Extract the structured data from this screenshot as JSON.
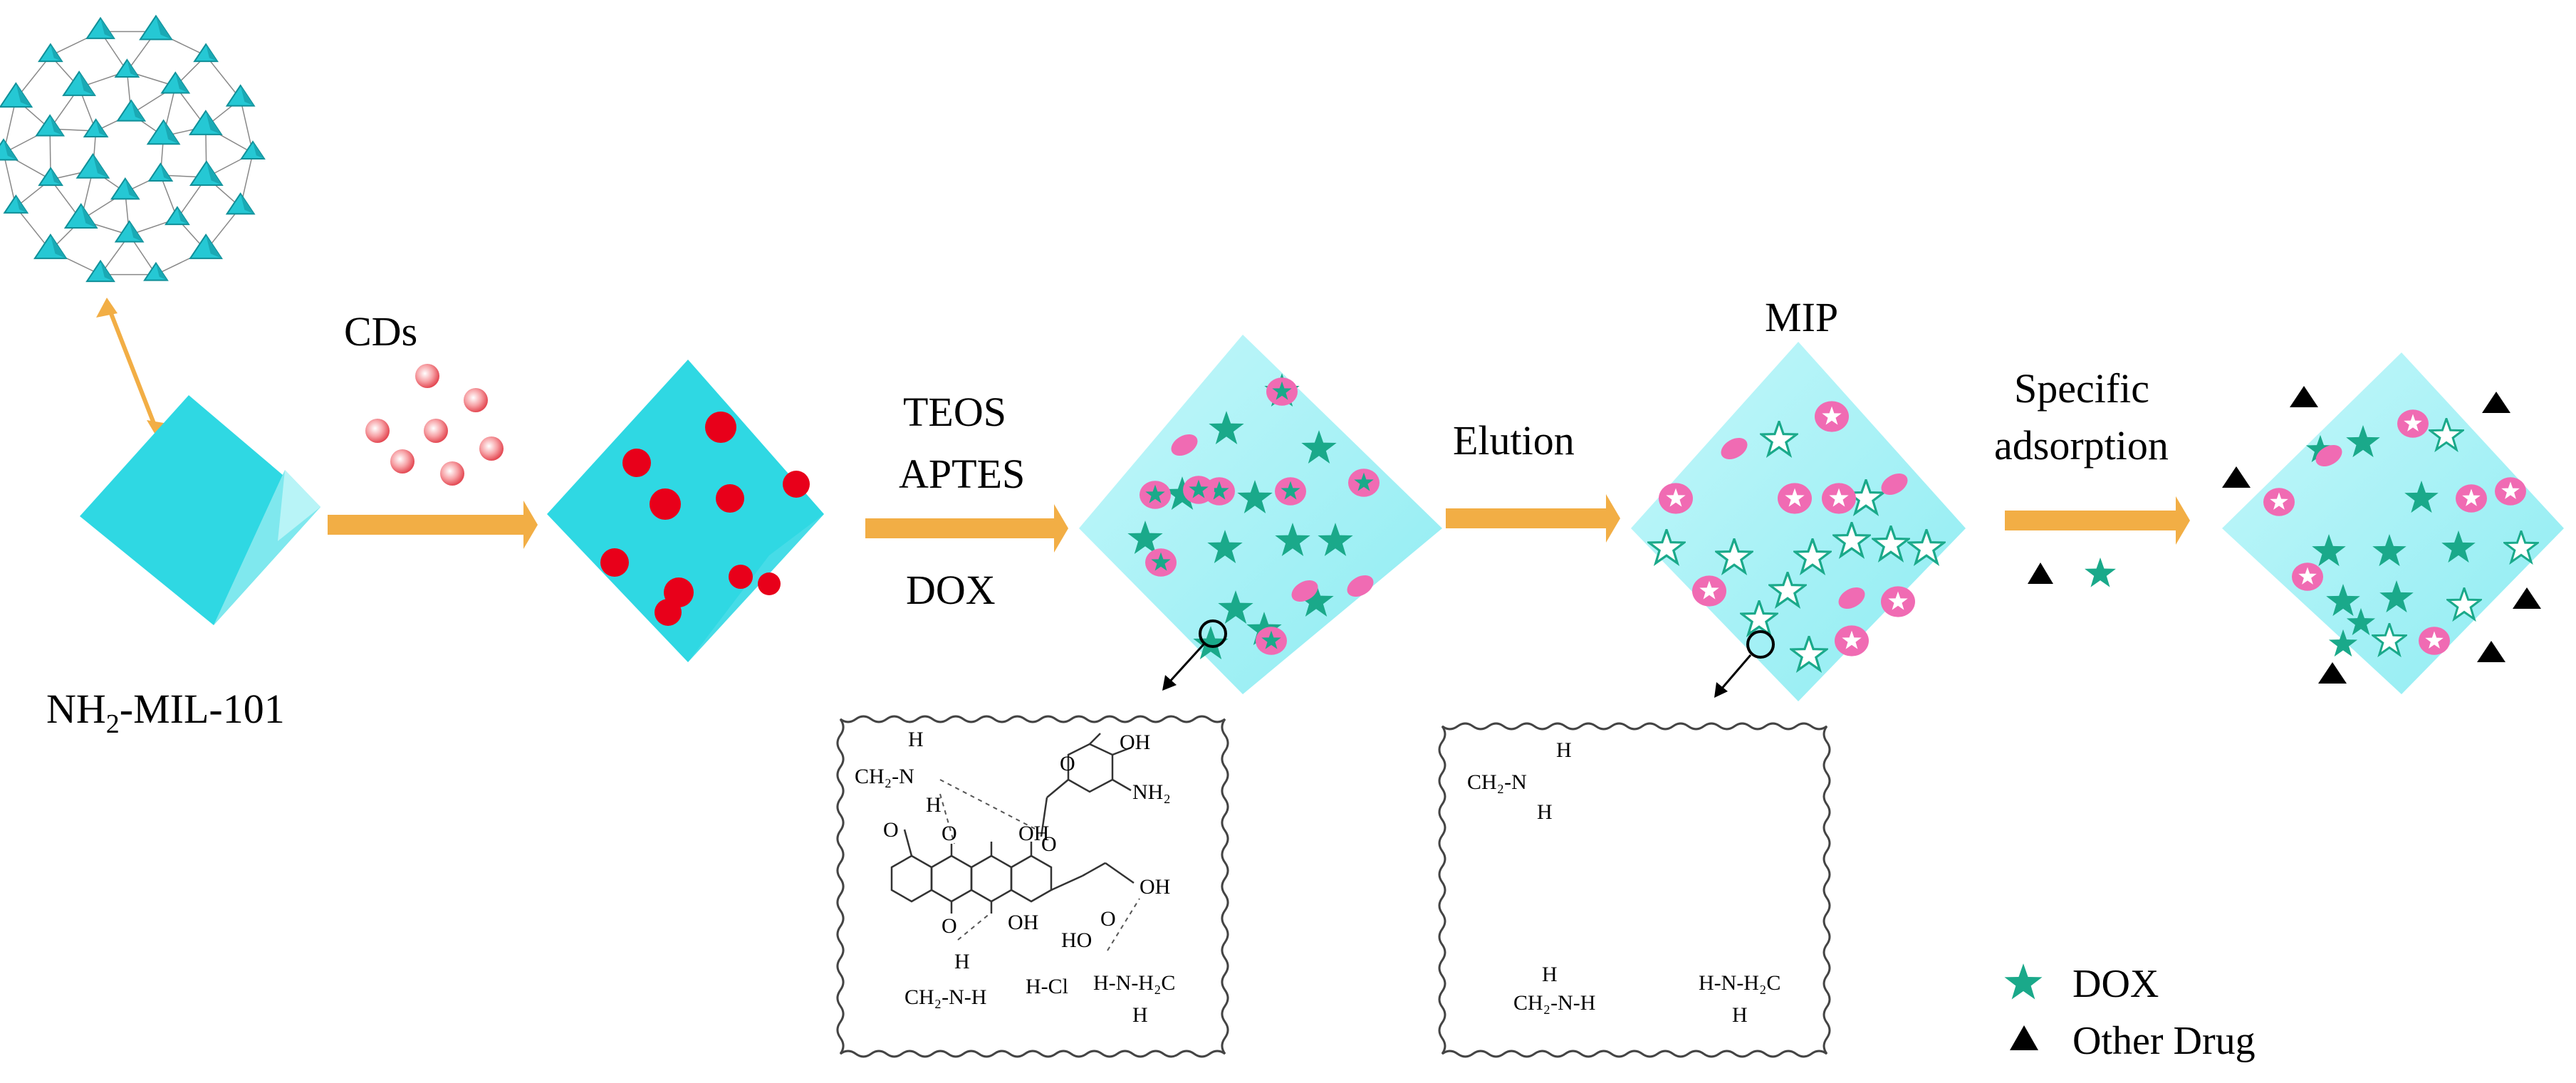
{
  "colors": {
    "crystal": "#2fd8e3",
    "crystal_dark": "#18b9c6",
    "cell_bg": "#a5f2f6",
    "cd_red": "#e8001a",
    "cd_light": "#f47f85",
    "dox_star": "#1aa98a",
    "cavity_pink": "#f06bb3",
    "arrow": "#f2ae45",
    "mof_cyan": "#25c8d4"
  },
  "icons": {
    "dox": "star-icon",
    "other_drug": "triangle-icon",
    "mof": "mof-cluster-icon"
  },
  "labels": {
    "cds": "CDs",
    "teos": "TEOS",
    "aptes": "APTES",
    "dox_step": "DOX",
    "elution": "Elution",
    "mip": "MIP",
    "specific": "Specific",
    "adsorption": "adsorption"
  },
  "mof": {
    "prefix": "NH",
    "sub": "2",
    "suffix": "-MIL-101"
  },
  "box1": {
    "h_top": "H",
    "ch2n": "CH₂-N",
    "h_mid": "H",
    "oh1": "OH",
    "oh2": "OH",
    "o1": "O",
    "o2": "O",
    "o3": "O",
    "nh2": "NH₂",
    "o_methoxy": "O",
    "oh3": "OH",
    "o4": "O",
    "oh4": "OH",
    "ho": "HO",
    "o5": "O",
    "oh5": "OH",
    "h_low": "H",
    "ch2nh": "CH₂-N-H",
    "hcl": "H-Cl",
    "hnh2c": "H-N-H₂C",
    "h_bot": "H"
  },
  "box2": {
    "h1": "H",
    "ch2n": "CH₂-N",
    "h2": "H",
    "h3": "H",
    "ch2nh": "CH₂-N-H",
    "hnh2c": "H-N-H₂C",
    "h4": "H"
  },
  "legend": {
    "dox": "DOX",
    "other": "Other Drug"
  }
}
